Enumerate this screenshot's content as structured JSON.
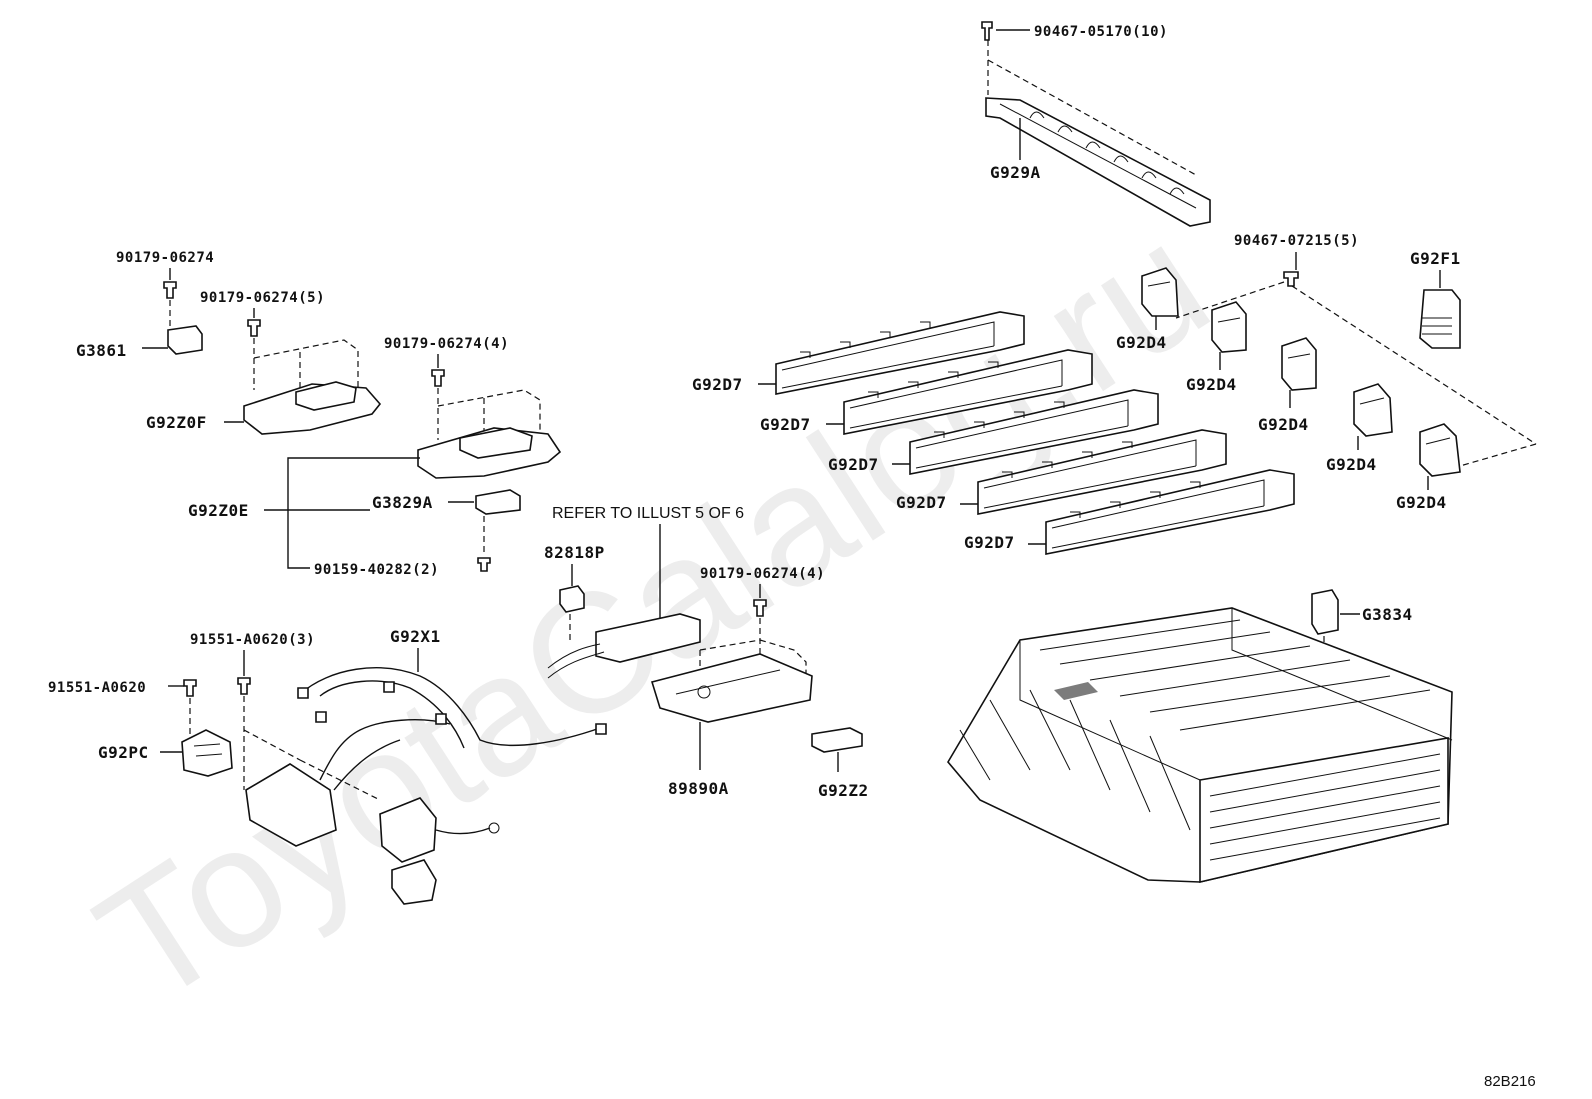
{
  "watermark": "ToyotaCalalog.ru",
  "note_refer": "REFER TO ILLUST 5 OF 6",
  "illustration_code": "82B216",
  "labels": {
    "bolt_90467_05170": "90467-05170(10)",
    "p_G929A": "G929A",
    "bolt_90467_07215": "90467-07215(5)",
    "p_G92F1": "G92F1",
    "p_G92D4_1": "G92D4",
    "p_G92D4_2": "G92D4",
    "p_G92D4_3": "G92D4",
    "p_G92D4_4": "G92D4",
    "p_G92D4_5": "G92D4",
    "p_G92D7_1": "G92D7",
    "p_G92D7_2": "G92D7",
    "p_G92D7_3": "G92D7",
    "p_G92D7_4": "G92D7",
    "p_G92D7_5": "G92D7",
    "bolt_90179_06274_a": "90179-06274",
    "p_G3861": "G3861",
    "bolt_90179_06274_b": "90179-06274(5)",
    "p_G92Z0F": "G92Z0F",
    "bolt_90179_06274_c": "90179-06274(4)",
    "p_G92Z0E": "G92Z0E",
    "p_G3829A": "G3829A",
    "bolt_90159_40282": "90159-40282(2)",
    "p_82818P": "82818P",
    "bolt_90179_06274_d": "90179-06274(4)",
    "p_G3834": "G3834",
    "bolt_91551_A0620_a": "91551-A0620(3)",
    "p_G92X1": "G92X1",
    "bolt_91551_A0620_b": "91551-A0620",
    "p_G92PC": "G92PC",
    "p_89890A": "89890A",
    "p_G92Z2": "G92Z2"
  }
}
